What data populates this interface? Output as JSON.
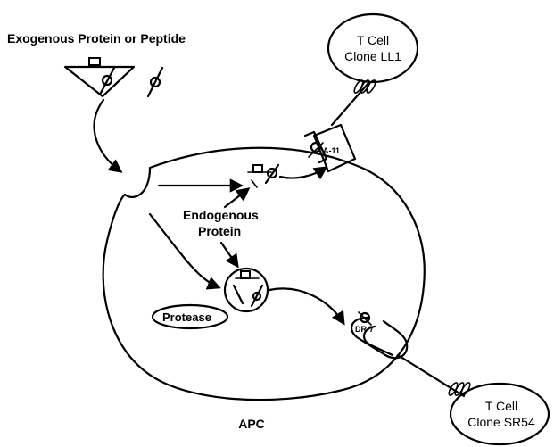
{
  "labels": {
    "exogenous": "Exogenous Protein or Peptide",
    "tcell_ll1_line1": "T Cell",
    "tcell_ll1_line2": "Clone LL1",
    "tcell_sr54_line1": "T Cell",
    "tcell_sr54_line2": "Clone SR54",
    "endogenous_line1": "Endogenous",
    "endogenous_line2": "Protein",
    "protease": "Protease",
    "apc": "APC",
    "mhc_class1": "A-11",
    "mhc_class2": "DR-7"
  },
  "colors": {
    "ink": "#000000",
    "background": "#ffffff"
  }
}
